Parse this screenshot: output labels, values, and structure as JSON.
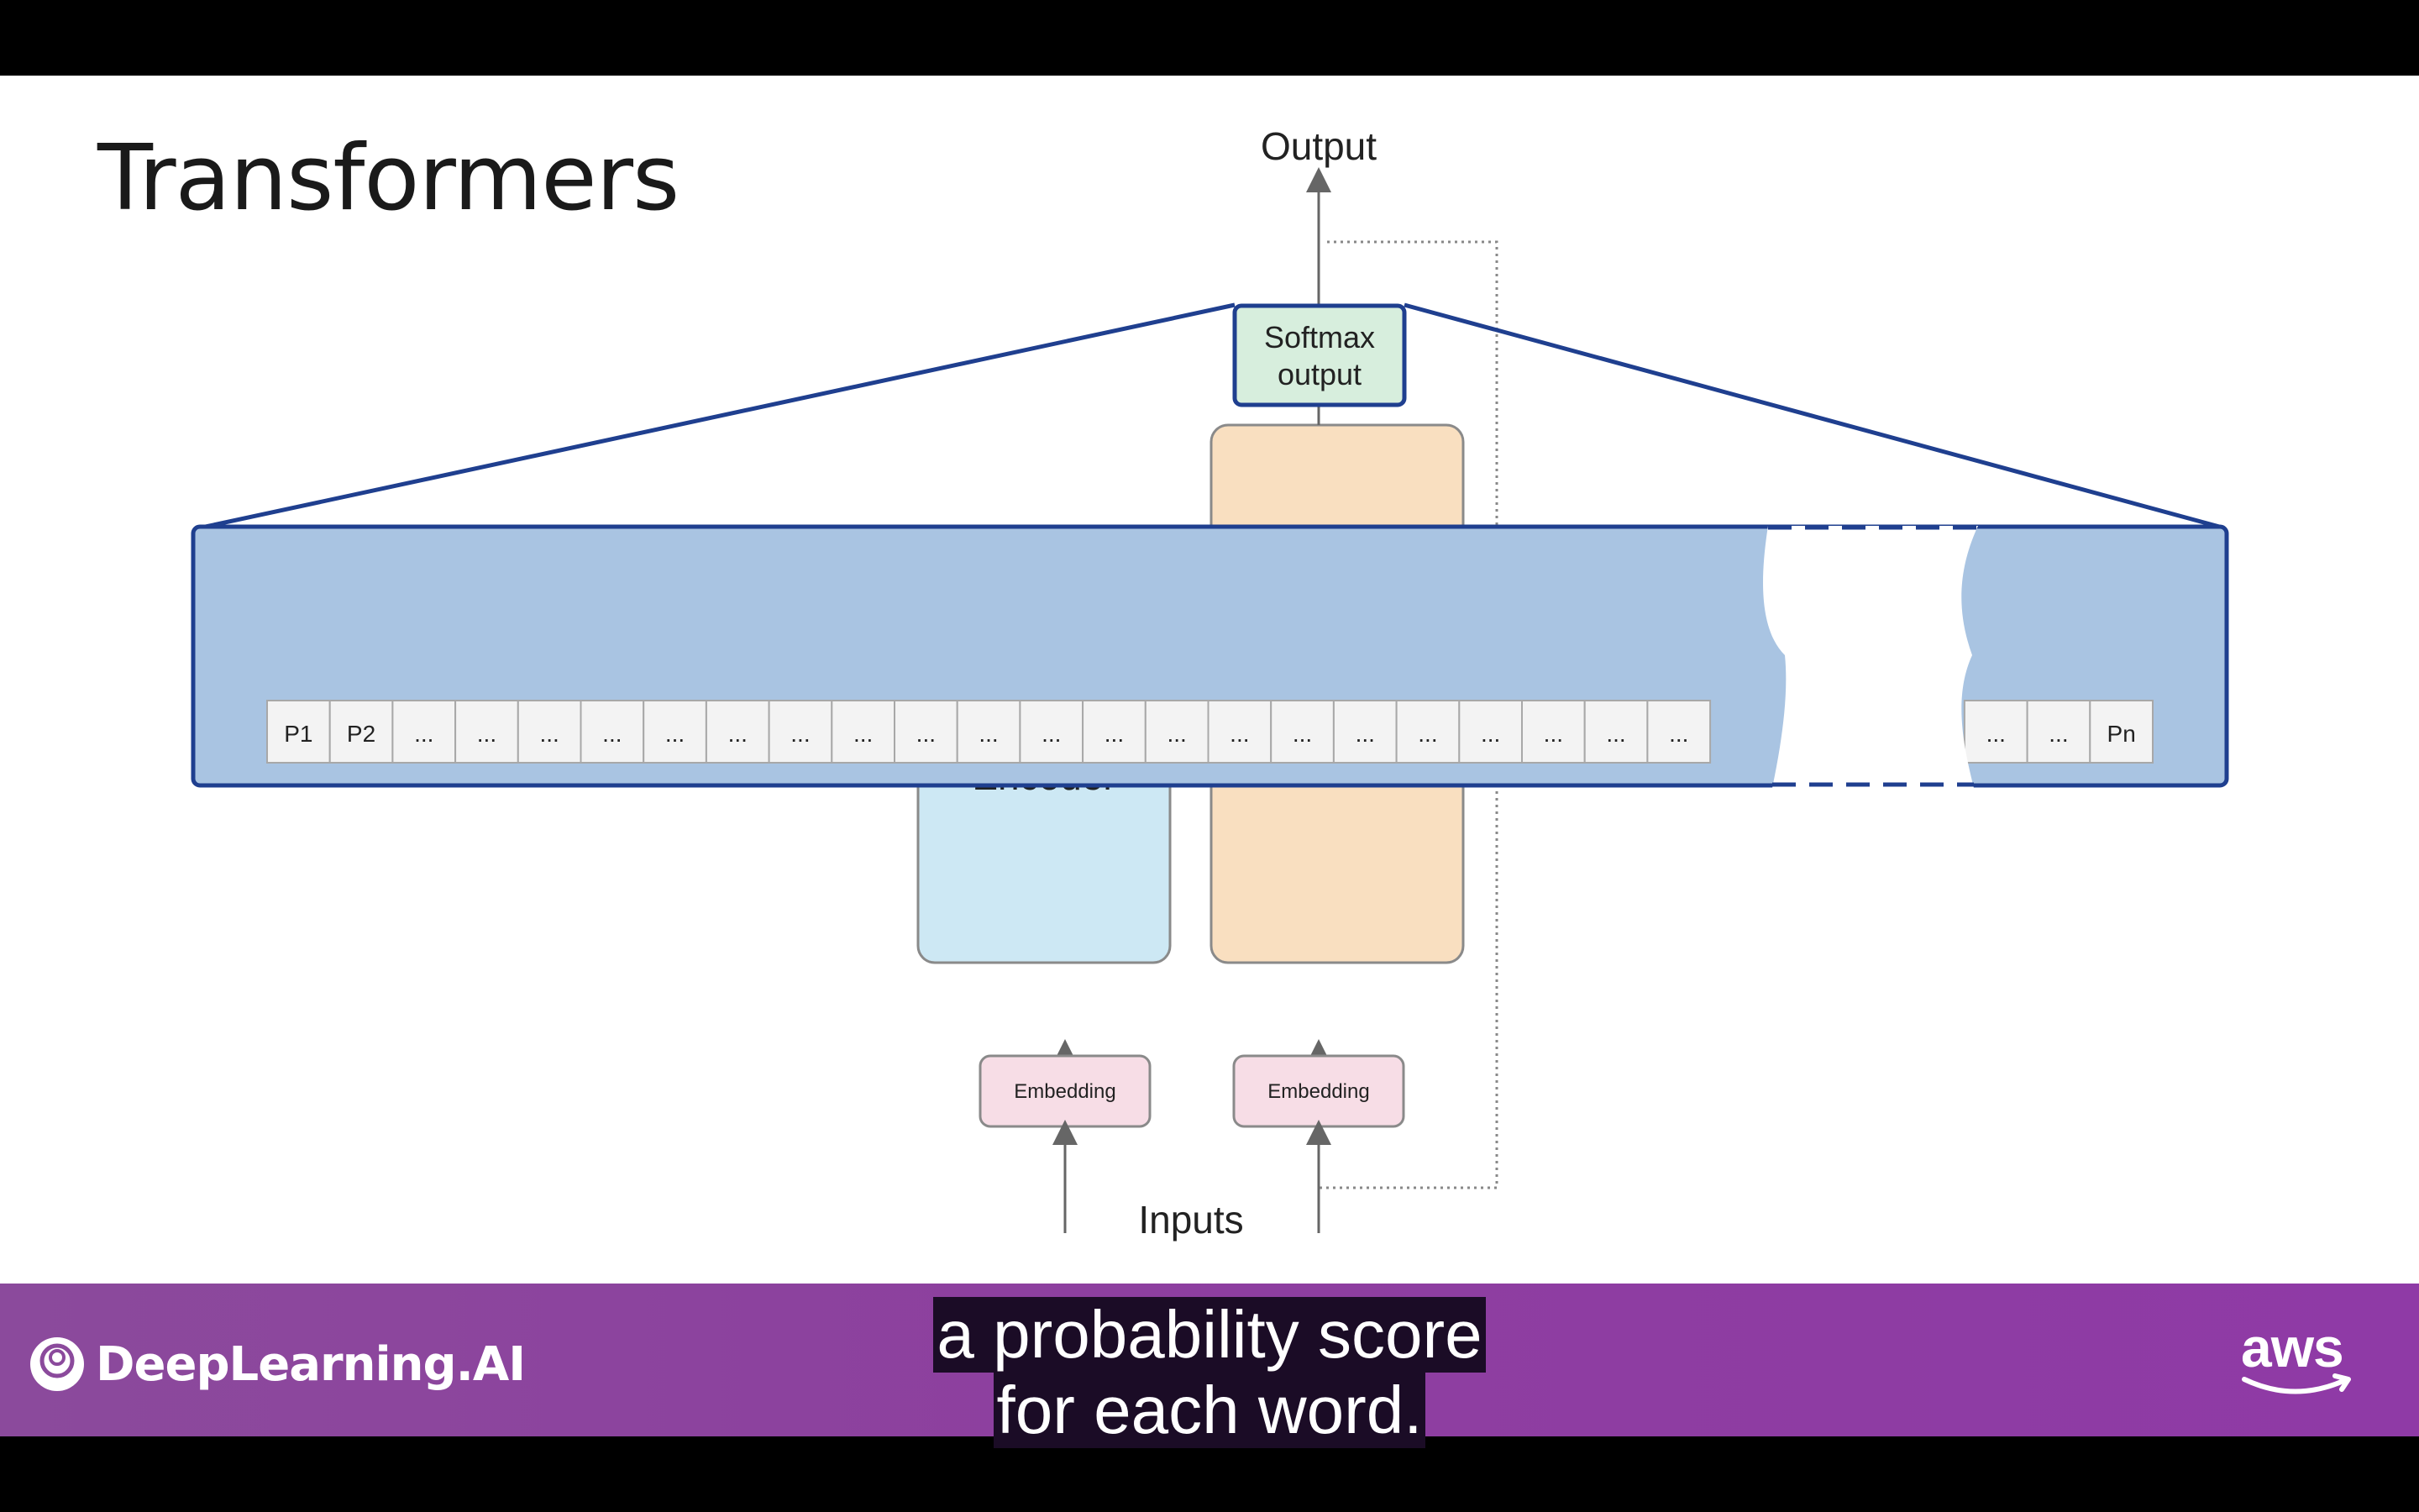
{
  "slide": {
    "title": "Transformers"
  },
  "diagram": {
    "output_label": "Output",
    "softmax_label_line1": "Softmax",
    "softmax_label_line2": "output",
    "encoder_label": "Encoder",
    "embedding_left_label": "Embedding",
    "embedding_right_label": "Embedding",
    "inputs_label": "Inputs",
    "vector_cells": [
      "P1",
      "P2",
      "...",
      "...",
      "...",
      "...",
      "...",
      "...",
      "...",
      "...",
      "...",
      "...",
      "...",
      "...",
      "...",
      "...",
      "...",
      "...",
      "...",
      "...",
      "...",
      "...",
      "...",
      "...",
      "...",
      "Pn"
    ],
    "colors": {
      "zoom_band": "#a9c4e2",
      "zoom_outline": "#1f3f8f",
      "encoder_fill": "#cde8f4",
      "decoder_fill": "#f9dfc0",
      "softmax_fill": "#d7eedd",
      "embedding_fill": "#f7dde6",
      "cell_fill": "#f3f3f3"
    }
  },
  "banner": {
    "brand": "DeepLearning.AI",
    "aws": "aws"
  },
  "captions": {
    "line1": "a probability score",
    "line2": "for each word."
  }
}
